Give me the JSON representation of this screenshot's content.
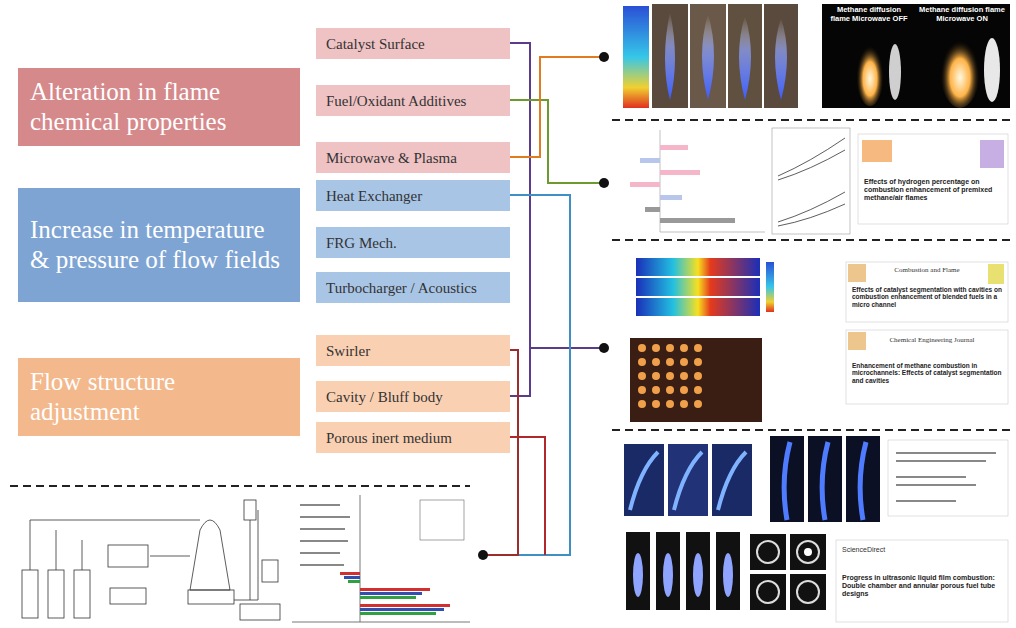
{
  "diagram": {
    "nodes": [
      {
        "text": [
          "Alteration in flame chemical properties"
        ]
      },
      {
        "text": [
          "Increase in temperature & pressure of flow fields"
        ]
      },
      {
        "text": [
          "Flow structure adjustment"
        ]
      },
      {
        "text": [
          "Catalyst Surface"
        ]
      },
      {
        "text": [
          "Fuel/Oxidant Additives"
        ]
      },
      {
        "text": [
          "Microwave & Plasma"
        ]
      },
      {
        "text": [
          "Heat Exchanger"
        ]
      },
      {
        "text": [
          "FRG Mech."
        ]
      },
      {
        "text": [
          "Turbocharger / Acoustics"
        ]
      },
      {
        "text": [
          "Swirler"
        ]
      },
      {
        "text": [
          "Cavity / Bluff body"
        ]
      },
      {
        "text": [
          "Porous inert medium"
        ]
      }
    ],
    "labels": [
      "Methane diffusion flame Microwave OFF",
      "Methane diffusion flame Microwave ON",
      "Effects of hydrogen percentage on combustion enhancement of premixed methane/air flames",
      "Combustion and Flame",
      "Effects of catalyst segmentation with cavities on combustion enhancement of blended fuels in a micro channel",
      "Chemical Engineering Journal",
      "Enhancement of methane combustion in microchannels: Effects of catalyst segmentation and cavities",
      "ScienceDirect",
      "Progress in ultrasonic liquid film combustion: Double chamber and annular porous fuel tube designs"
    ]
  }
}
